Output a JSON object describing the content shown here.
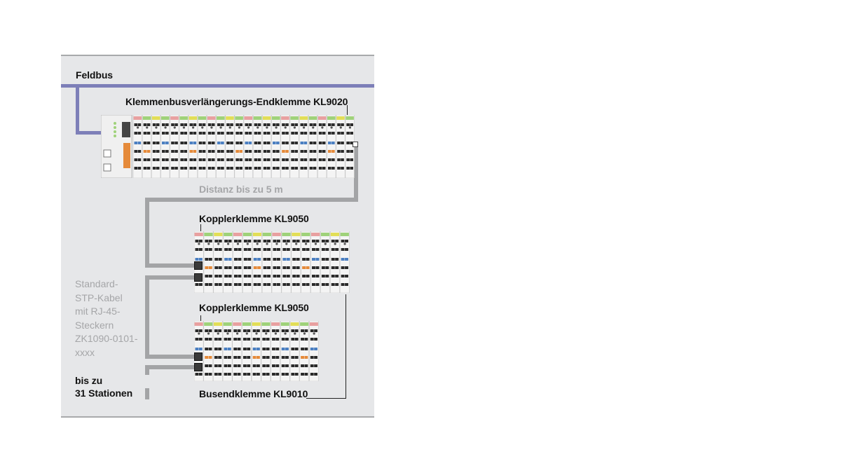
{
  "labels": {
    "feldbus": "Feldbus",
    "kl9020": "Klemmenbusverlängerungs-Endklemme KL9020",
    "distanz": "Distanz bis zu 5 m",
    "kl9050_1": "Kopplerklemme KL9050",
    "kl9050_2": "Kopplerklemme KL9050",
    "cable": [
      "Standard-",
      "STP-Kabel",
      "mit RJ-45-",
      "Steckern",
      "ZK1090-0101-",
      "xxxx"
    ],
    "stations": [
      "bis zu",
      "31 Stationen"
    ],
    "kl9010": "Busendklemme KL9010"
  },
  "colors": {
    "panel_bg": "#e6e7e9",
    "fieldbus_line": "#7d7fb8",
    "cable_line": "#a3a4a6",
    "terminal_body": "#f4f4f4",
    "contact_dark": "#2a2a2a",
    "led_red": "#e8a0a0",
    "led_green": "#9fd27a",
    "led_yellow": "#e2de57",
    "contact_blue": "#4b7fc1",
    "contact_orange": "#e58a3a"
  }
}
